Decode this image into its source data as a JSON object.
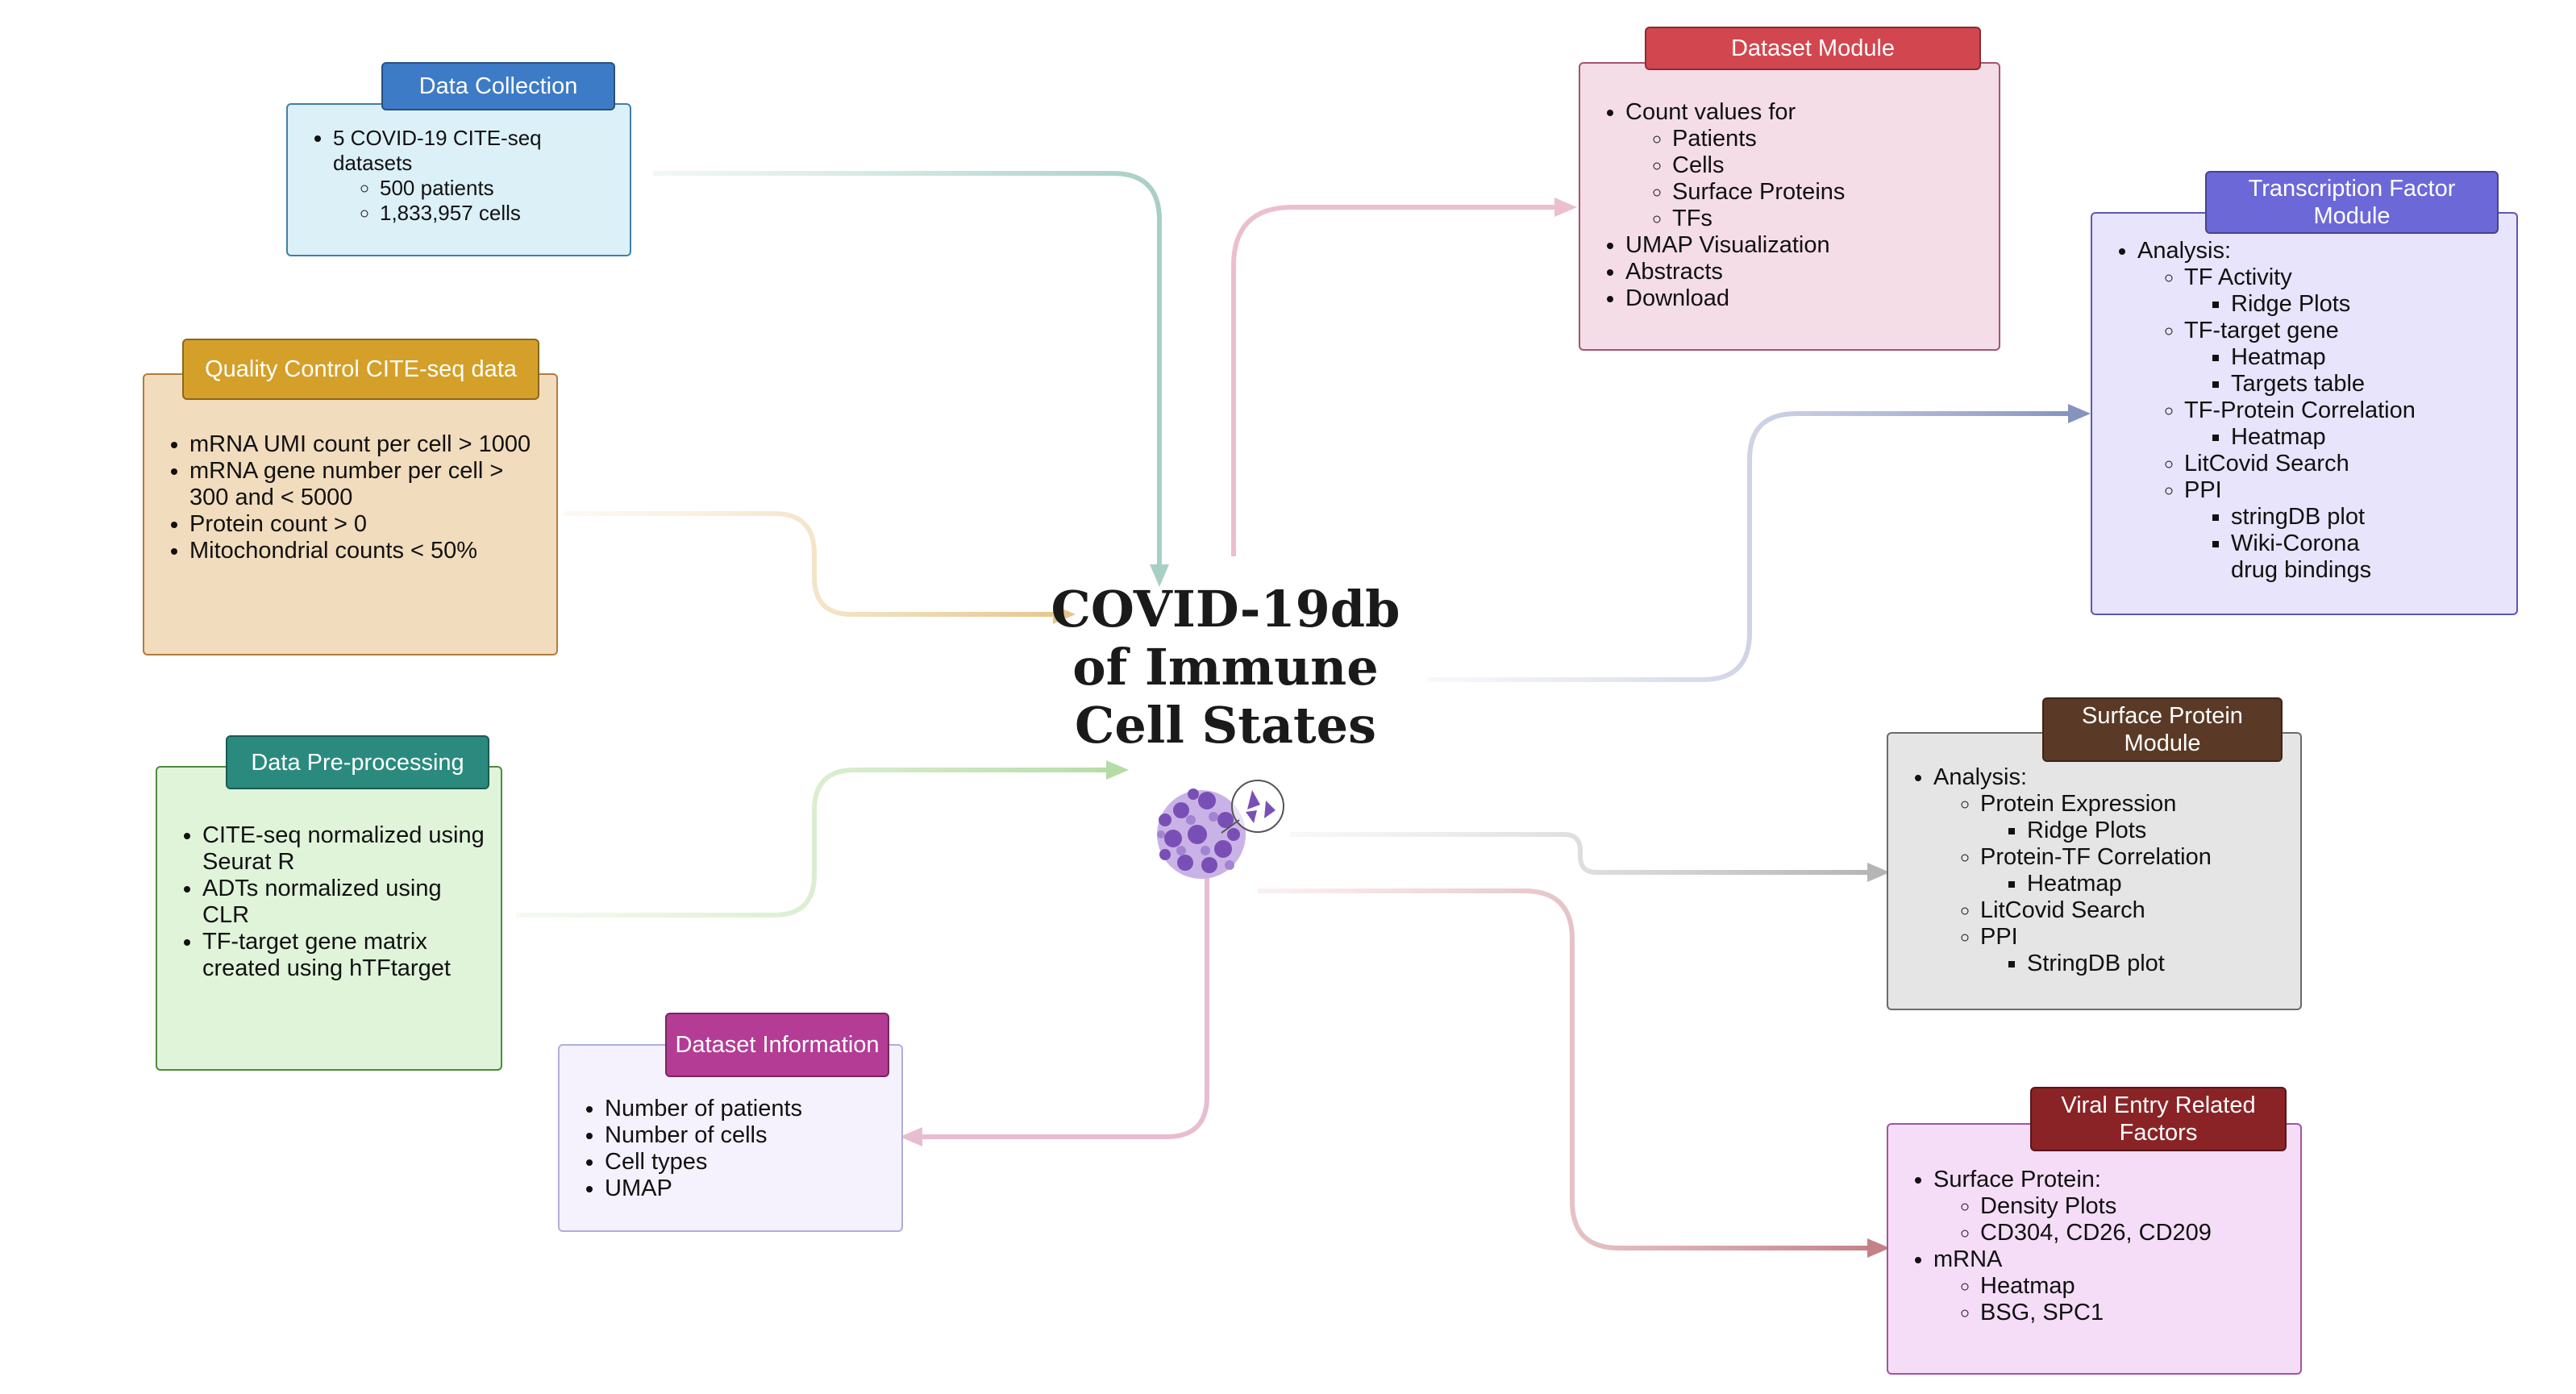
{
  "title": {
    "line1": "COVID-19db",
    "line2": "of Immune",
    "line3": "Cell States"
  },
  "boxes": {
    "data_collection": {
      "label": "Data Collection",
      "items": [
        {
          "text": "5 COVID-19 CITE-seq datasets",
          "sub": [
            {
              "text": "500 patients"
            },
            {
              "text": "1,833,957 cells"
            }
          ]
        }
      ]
    },
    "quality_control": {
      "label": "Quality Control CITE-seq data",
      "items": [
        {
          "text": "mRNA UMI count per cell > 1000"
        },
        {
          "text": "mRNA gene number per cell > 300 and < 5000"
        },
        {
          "text": "Protein count > 0"
        },
        {
          "text": "Mitochondrial counts < 50%"
        }
      ]
    },
    "preprocessing": {
      "label": "Data Pre-processing",
      "items": [
        {
          "text": "CITE-seq normalized using Seurat R"
        },
        {
          "text": "ADTs normalized using CLR"
        },
        {
          "text": "TF-target gene matrix created using hTFtarget"
        }
      ]
    },
    "dataset_info": {
      "label": "Dataset Information",
      "items": [
        {
          "text": "Number of patients"
        },
        {
          "text": "Number of cells"
        },
        {
          "text": "Cell types"
        },
        {
          "text": "UMAP"
        }
      ]
    },
    "dataset_module": {
      "label": "Dataset Module",
      "items": [
        {
          "text": "Count values for",
          "sub": [
            {
              "text": "Patients"
            },
            {
              "text": "Cells"
            },
            {
              "text": "Surface Proteins"
            },
            {
              "text": "TFs"
            }
          ]
        },
        {
          "text": "UMAP Visualization"
        },
        {
          "text": "Abstracts"
        },
        {
          "text": "Download"
        }
      ]
    },
    "tf_module": {
      "label": "Transcription Factor Module",
      "items": [
        {
          "text": "Analysis:",
          "sub": [
            {
              "text": "TF Activity",
              "sub": [
                {
                  "text": "Ridge Plots"
                }
              ]
            },
            {
              "text": "TF-target gene",
              "sub": [
                {
                  "text": "Heatmap"
                },
                {
                  "text": "Targets table"
                }
              ]
            },
            {
              "text": "TF-Protein Correlation",
              "sub": [
                {
                  "text": "Heatmap"
                }
              ]
            },
            {
              "text": "LitCovid Search"
            },
            {
              "text": "PPI",
              "sub": [
                {
                  "text": "stringDB plot"
                },
                {
                  "text": "Wiki-Corona drug bindings"
                }
              ]
            }
          ]
        }
      ]
    },
    "surface_module": {
      "label": "Surface Protein Module",
      "items": [
        {
          "text": "Analysis:",
          "sub": [
            {
              "text": "Protein Expression",
              "sub": [
                {
                  "text": "Ridge Plots"
                }
              ]
            },
            {
              "text": "Protein-TF Correlation",
              "sub": [
                {
                  "text": "Heatmap"
                }
              ]
            },
            {
              "text": "LitCovid Search"
            },
            {
              "text": "PPI",
              "sub": [
                {
                  "text": "StringDB plot"
                }
              ]
            }
          ]
        }
      ]
    },
    "viral_entry": {
      "label": "Viral Entry Related Factors",
      "items": [
        {
          "text": "Surface Protein:",
          "sub": [
            {
              "text": "Density Plots"
            },
            {
              "text": "CD304, CD26, CD209"
            }
          ]
        },
        {
          "text": "mRNA",
          "sub": [
            {
              "text": "Heatmap"
            },
            {
              "text": "BSG, SPC1"
            }
          ]
        }
      ]
    }
  },
  "colors": {
    "data_collection": {
      "fill": "#dcf0f7",
      "border": "#3f7fa8",
      "tag": "#3d7bc6"
    },
    "quality_control": {
      "fill": "#f1dcbd",
      "border": "#b07c3d",
      "tag": "#d4a02a"
    },
    "preprocessing": {
      "fill": "#e0f4da",
      "border": "#4e8a3e",
      "tag": "#2a8a7e"
    },
    "dataset_info": {
      "fill": "#f5f2fd",
      "border": "#b0aedb",
      "tag": "#b43c95"
    },
    "dataset_module": {
      "fill": "#f5dde7",
      "border": "#a65272",
      "tag": "#d2474f"
    },
    "tf_module": {
      "fill": "#e7e4fb",
      "border": "#5d57b6",
      "tag": "#6c68d8"
    },
    "surface_module": {
      "fill": "#e5e5e5",
      "border": "#6b6b6b",
      "tag": "#5a3a26"
    },
    "viral_entry": {
      "fill": "#f5ddf8",
      "border": "#a0569f",
      "tag": "#8a2326"
    }
  },
  "icon": "virus-icon"
}
